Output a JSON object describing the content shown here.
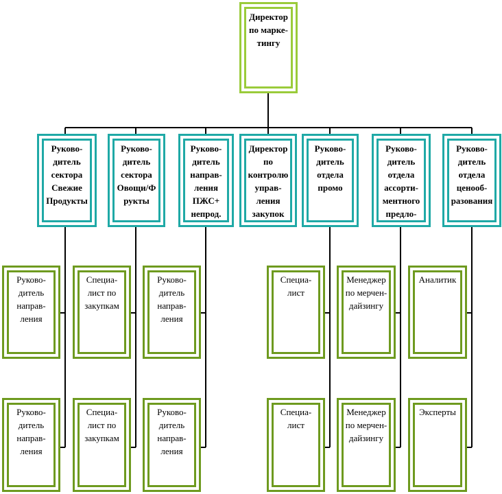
{
  "director": {
    "label": "Директор\nпо марке-\nтингу"
  },
  "departments": [
    {
      "label": "Руково-\nдитель\nсектора\nСвежие\nПродукты",
      "subordinates": [
        "Руково-\nдитель\nнаправ-\nления",
        "Руково-\nдитель\nнаправ-\nления"
      ]
    },
    {
      "label": "Руково-\nдитель\nсектора\nОвощи/Ф\nрукты",
      "subordinates": [
        "Специа-\nлист по\nзакупкам",
        "Специа-\nлист по\nзакупкам"
      ]
    },
    {
      "label": "Руково-\nдитель\nнаправ-\nления\nПЖС+\nнепрод.",
      "subordinates": [
        "Руково-\nдитель\nнаправ-\nления",
        "Руково-\nдитель\nнаправ-\nления"
      ]
    },
    {
      "label": "Директор\nпо\nконтролю\nуправ-\nления\nзакупок",
      "subordinates": []
    },
    {
      "label": "Руково-\nдитель\nотдела\nпромо",
      "subordinates": [
        "Специа-\nлист",
        "Специа-\nлист"
      ]
    },
    {
      "label": "Руково-\nдитель\nотдела\nассорти-\nментного\nпредло-\nжения",
      "subordinates": [
        "Менеджер\nпо мерчен-\nдайзингу",
        "Менеджер\nпо мерчен-\nдайзингу"
      ]
    },
    {
      "label": "Руково-\nдитель\nотдела\nценооб-\nразования",
      "subordinates": [
        "Аналитик",
        "Эксперты"
      ]
    }
  ]
}
